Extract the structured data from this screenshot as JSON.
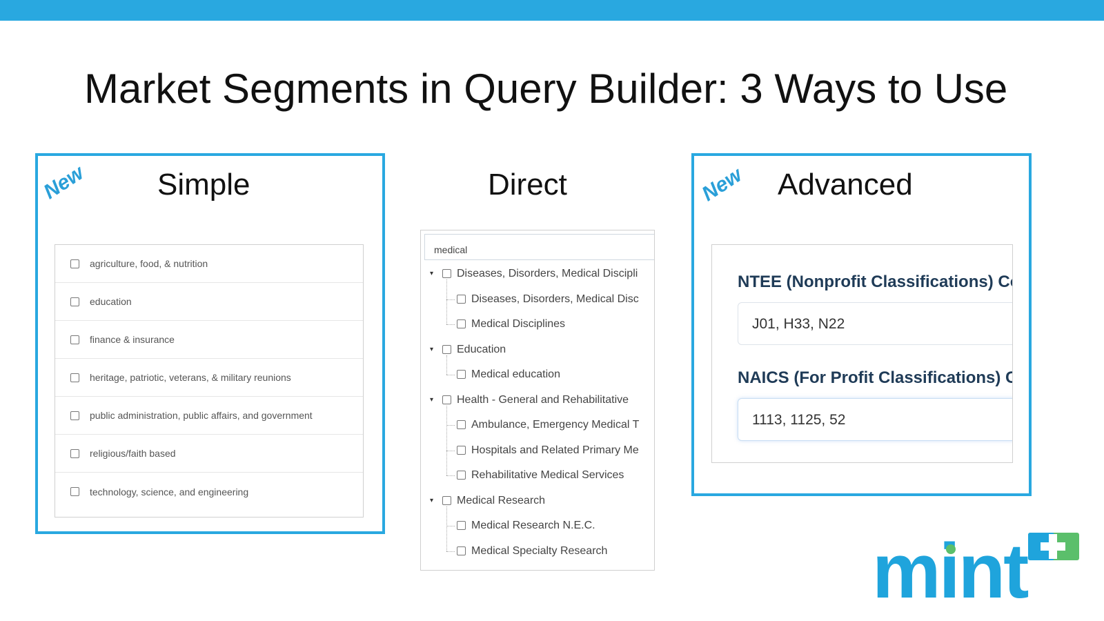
{
  "title": "Market Segments in Query Builder: 3 Ways to Use",
  "colors": {
    "accent": "#29a8e0",
    "heading_dark": "#1f3b57",
    "logo_blue": "#1fa4dc",
    "logo_green": "#5bbf6b"
  },
  "simple": {
    "badge": "New",
    "heading": "Simple",
    "items": [
      "agriculture, food, & nutrition",
      "education",
      "finance & insurance",
      "heritage, patriotic, veterans, & military reunions",
      "public administration, public affairs, and government",
      "religious/faith based",
      "technology, science, and engineering"
    ]
  },
  "direct": {
    "heading": "Direct",
    "search_value": "medical",
    "tree": [
      {
        "label": "Diseases, Disorders, Medical Discipli",
        "level": 0,
        "expanded": true
      },
      {
        "label": "Diseases, Disorders, Medical Disc",
        "level": 1
      },
      {
        "label": "Medical Disciplines",
        "level": 1
      },
      {
        "label": "Education",
        "level": 0,
        "expanded": true
      },
      {
        "label": "Medical education",
        "level": 1
      },
      {
        "label": "Health - General and Rehabilitative",
        "level": 0,
        "expanded": true
      },
      {
        "label": "Ambulance, Emergency Medical T",
        "level": 1
      },
      {
        "label": "Hospitals and Related Primary Me",
        "level": 1
      },
      {
        "label": "Rehabilitative Medical Services",
        "level": 1
      },
      {
        "label": "Medical Research",
        "level": 0,
        "expanded": true
      },
      {
        "label": "Medical Research N.E.C.",
        "level": 1
      },
      {
        "label": "Medical Specialty Research",
        "level": 1
      }
    ]
  },
  "advanced": {
    "badge": "New",
    "heading": "Advanced",
    "ntee_label": "NTEE (Nonprofit Classifications) Co",
    "ntee_value": "J01, H33, N22",
    "naics_label": "NAICS (For Profit Classifications) C",
    "naics_value": "1113, 1125, 52"
  },
  "logo": {
    "text": "mint",
    "icon": "plus-icon"
  }
}
